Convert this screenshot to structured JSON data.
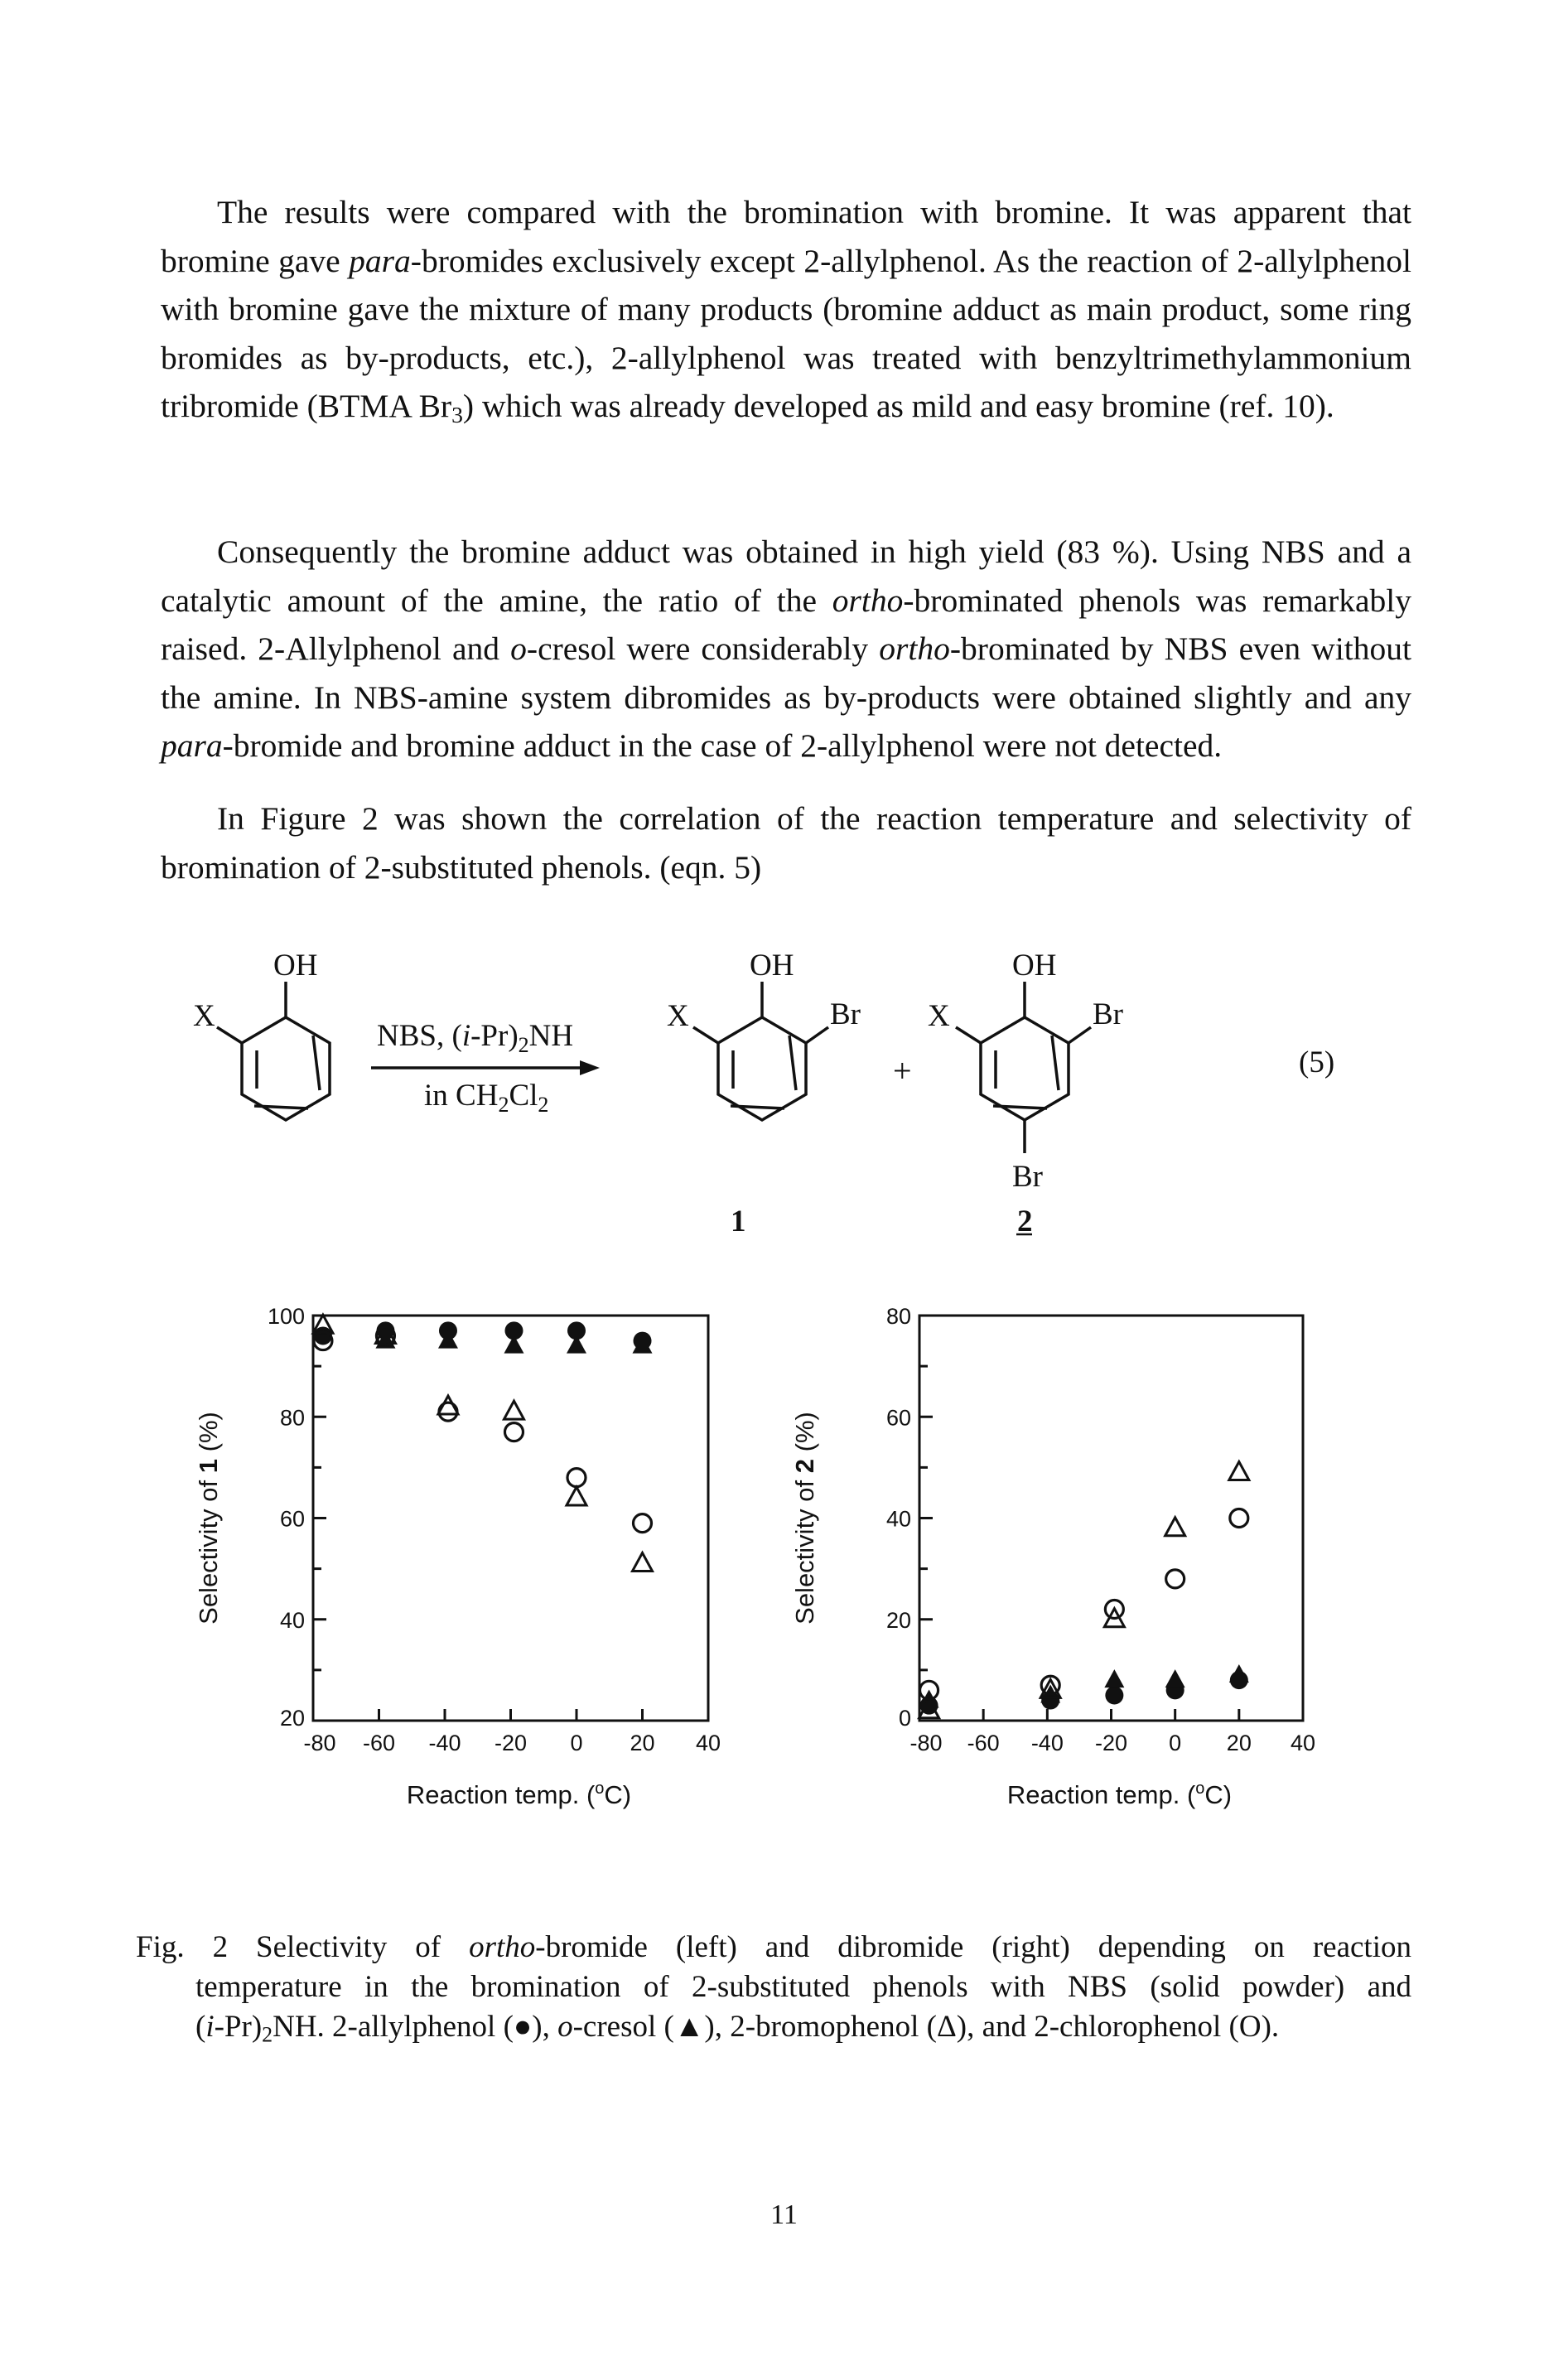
{
  "paragraphs": {
    "p1": {
      "a": "The results were compared with the bromination with bromine. It was apparent that bromine gave ",
      "b": "para",
      "c": "-bromides exclusively except 2-allylphenol. As the reaction of 2-allylphenol with bromine gave the mixture of many products (bromine adduct as main product, some ring bromides as by-products, etc.), 2-allylphenol was treated with benzyltrimethylammonium tribromide (BTMA Br",
      "d": "3",
      "e": ") which was already developed as mild and easy bromine (ref. 10)."
    },
    "p2": {
      "a": "Consequently the bromine adduct was obtained in high yield (83 %). Using NBS and a catalytic amount of the amine, the ratio of the ",
      "b": "ortho",
      "c": "-brominated phenols was remarkably raised. 2-Allylphenol and ",
      "d": "o",
      "e": "-cresol were considerably ",
      "f": "ortho",
      "g": "-brominated by NBS even without the amine. In NBS-amine system dibromides as by-products were obtained slightly and any ",
      "h": "para",
      "i": "-bromide and bromine adduct in the case of 2-allylphenol were not detected."
    },
    "p3": {
      "a": "In Figure 2 was shown the correlation of the reaction temperature and selectivity of bromination of 2-substituted phenols. (eqn. 5)"
    }
  },
  "scheme": {
    "oh": "OH",
    "x": "X",
    "br": "Br",
    "plus": "+",
    "reagent": "NBS, (",
    "reagent_i": "i",
    "reagent_rest": "-Pr)",
    "reagent_sub": "2",
    "reagent_end": "NH",
    "solvent": "in CH",
    "solvent_sub1": "2",
    "solvent_mid": "Cl",
    "solvent_sub2": "2",
    "label1": "1",
    "label2": "2",
    "eqn": "(5)"
  },
  "chart_data": [
    {
      "type": "scatter",
      "ylabel": "Selectivity of 1 (%)",
      "xlabel": "Reaction temp. (°C)",
      "xlim": [
        -80,
        40
      ],
      "ylim": [
        20,
        100
      ],
      "xticks": [
        "-80",
        "-60",
        "-40",
        "-20",
        "0",
        "20",
        "40"
      ],
      "yticks": [
        "100",
        "80",
        "60",
        "40",
        "20"
      ],
      "series": [
        {
          "name": "2-allylphenol",
          "marker": "filled-circle",
          "points": [
            {
              "x": -77,
              "y": 96
            },
            {
              "x": -58,
              "y": 97
            },
            {
              "x": -39,
              "y": 97
            },
            {
              "x": -19,
              "y": 97
            },
            {
              "x": 0,
              "y": 97
            },
            {
              "x": 20,
              "y": 95
            }
          ]
        },
        {
          "name": "o-cresol",
          "marker": "filled-triangle",
          "points": [
            {
              "x": -58,
              "y": 95
            },
            {
              "x": -39,
              "y": 95
            },
            {
              "x": -19,
              "y": 94
            },
            {
              "x": 0,
              "y": 94
            },
            {
              "x": 20,
              "y": 94
            }
          ]
        },
        {
          "name": "2-bromophenol",
          "marker": "open-triangle",
          "points": [
            {
              "x": -77,
              "y": 98
            },
            {
              "x": -58,
              "y": 96
            },
            {
              "x": -39,
              "y": 82
            },
            {
              "x": -19,
              "y": 81
            },
            {
              "x": 0,
              "y": 64
            },
            {
              "x": 20,
              "y": 51
            }
          ]
        },
        {
          "name": "2-chlorophenol",
          "marker": "open-circle",
          "points": [
            {
              "x": -77,
              "y": 95
            },
            {
              "x": -58,
              "y": 96
            },
            {
              "x": -39,
              "y": 81
            },
            {
              "x": -19,
              "y": 77
            },
            {
              "x": 0,
              "y": 68
            },
            {
              "x": 20,
              "y": 59
            }
          ]
        }
      ]
    },
    {
      "type": "scatter",
      "ylabel": "Selectivity of 2 (%)",
      "xlabel": "Reaction temp. (°C)",
      "xlim": [
        -80,
        40
      ],
      "ylim": [
        0,
        80
      ],
      "xticks": [
        "-80",
        "-60",
        "-40",
        "-20",
        "0",
        "20",
        "40"
      ],
      "yticks": [
        "80",
        "60",
        "40",
        "20",
        "0"
      ],
      "series": [
        {
          "name": "2-allylphenol",
          "marker": "filled-circle",
          "points": [
            {
              "x": -77,
              "y": 3
            },
            {
              "x": -39,
              "y": 4
            },
            {
              "x": -19,
              "y": 5
            },
            {
              "x": 0,
              "y": 6
            },
            {
              "x": 20,
              "y": 8
            }
          ]
        },
        {
          "name": "o-cresol",
          "marker": "filled-triangle",
          "points": [
            {
              "x": -77,
              "y": 4
            },
            {
              "x": -39,
              "y": 5
            },
            {
              "x": -19,
              "y": 8
            },
            {
              "x": 0,
              "y": 8
            },
            {
              "x": 20,
              "y": 9
            }
          ]
        },
        {
          "name": "2-bromophenol",
          "marker": "open-triangle",
          "points": [
            {
              "x": -77,
              "y": 2
            },
            {
              "x": -39,
              "y": 6
            },
            {
              "x": -19,
              "y": 20
            },
            {
              "x": 0,
              "y": 38
            },
            {
              "x": 20,
              "y": 49
            }
          ]
        },
        {
          "name": "2-chlorophenol",
          "marker": "open-circle",
          "points": [
            {
              "x": -77,
              "y": 6
            },
            {
              "x": -39,
              "y": 7
            },
            {
              "x": -19,
              "y": 22
            },
            {
              "x": 0,
              "y": 28
            },
            {
              "x": 20,
              "y": 40
            }
          ]
        }
      ]
    }
  ],
  "axes_text": {
    "left_ylabel_a": "Selectivity of ",
    "left_ylabel_num": "1",
    "left_ylabel_b": " (%)",
    "right_ylabel_a": "Selectivity of ",
    "right_ylabel_num": "2",
    "right_ylabel_b": " (%)",
    "xlabel_a": "Reaction temp. (",
    "xlabel_deg": "o",
    "xlabel_b": "C)"
  },
  "caption": {
    "l1a": "Fig. 2 Selectivity of ",
    "l1b": "ortho",
    "l1c": "-bromide (left) and dibromide (right) depending on reaction",
    "l2": "temperature in the bromination of 2-substituted phenols with NBS (solid powder) and",
    "l3a": "(",
    "l3b": "i",
    "l3c": "-Pr)",
    "l3d": "2",
    "l3e": "NH. 2-allylphenol (●), ",
    "l3f": "o",
    "l3g": "-cresol (▲), 2-bromophenol (Δ), and 2-chlorophenol (O)."
  },
  "page_number": "11"
}
